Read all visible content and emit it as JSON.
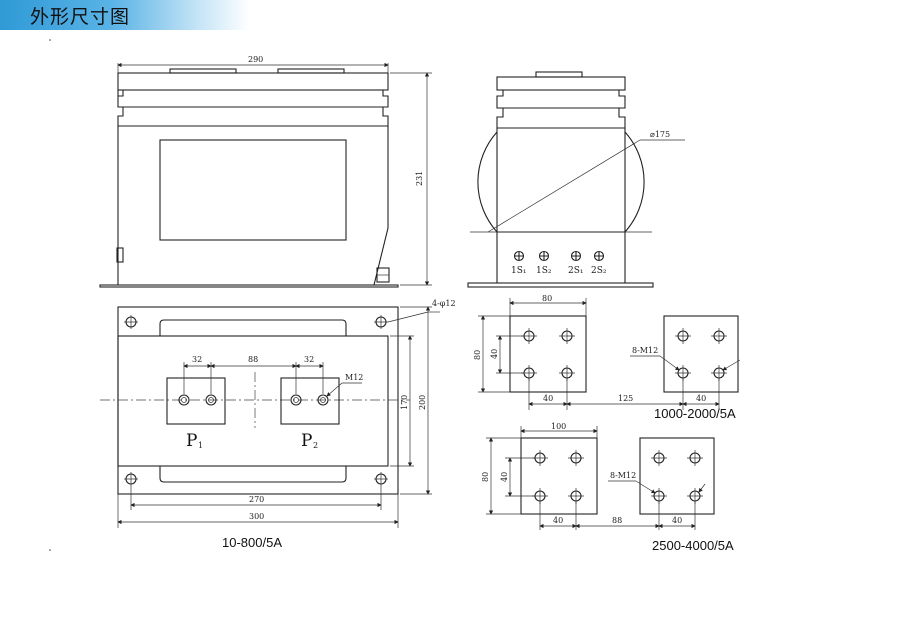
{
  "title": "外形尺寸图",
  "dims": {
    "d290": "290",
    "d231": "231",
    "d175": "⌀175",
    "holes": "4-φ12",
    "d32a": "32",
    "d88a": "88",
    "d32b": "32",
    "m12": "M12",
    "d170": "170",
    "d200": "200",
    "d270": "270",
    "d300": "300",
    "sq1_80w": "80",
    "sq1_80h": "80",
    "sq1_40v": "40",
    "sq1_40h": "40",
    "sq1_125": "125",
    "sq1_40r": "40",
    "sq1_m12": "8-M12",
    "sq2_100": "100",
    "sq2_80": "80",
    "sq2_40v": "40",
    "sq2_40h": "40",
    "sq2_88": "88",
    "sq2_40r": "40",
    "sq2_m12": "8-M12"
  },
  "terminals": {
    "s1a": "1S₁",
    "s1b": "1S₂",
    "s2a": "2S₁",
    "s2b": "2S₂"
  },
  "primary": {
    "p1": "P",
    "p1sub": "1",
    "p2": "P",
    "p2sub": "2"
  },
  "labels": {
    "model_small": "10-800/5A",
    "model_mid": "1000-2000/5A",
    "model_large": "2500-4000/5A"
  }
}
